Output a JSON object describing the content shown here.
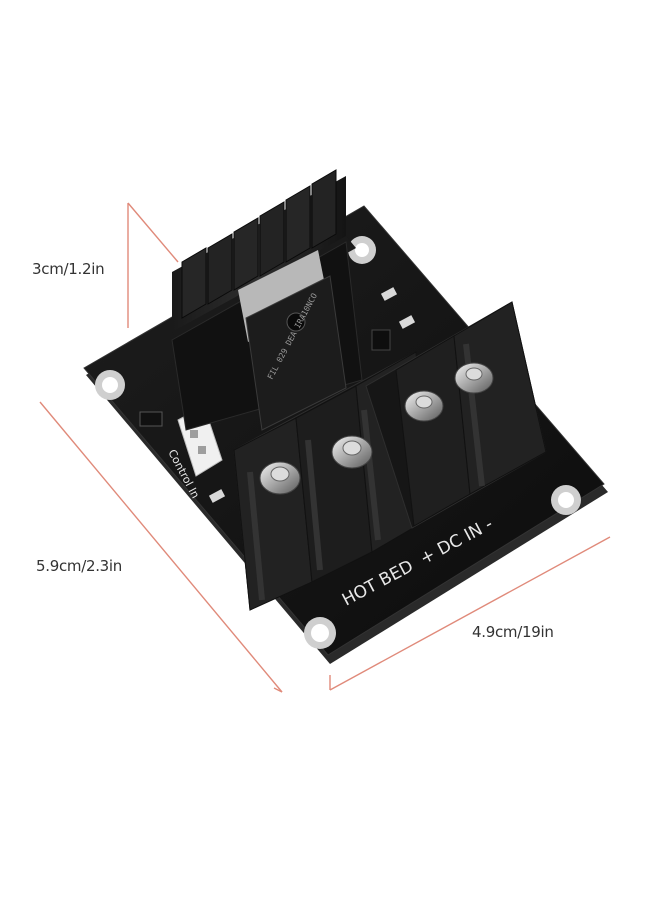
{
  "dimensions": {
    "height_label": "3cm/1.2in",
    "width_label": "5.9cm/2.3in",
    "depth_label": "4.9cm/19in"
  },
  "board": {
    "terminal_label": "HOT BED  + DC IN -",
    "connector_label": "Control In",
    "chip_marking": "FIL 029 DEA IRA10NCO"
  },
  "colors": {
    "dimension_line": "#e08a7a",
    "board": "#141414",
    "board_edge": "#2a2a2a",
    "silkscreen": "#e8e8e8",
    "screw": "#c9c9c9",
    "connector": "#f0f0f0"
  }
}
